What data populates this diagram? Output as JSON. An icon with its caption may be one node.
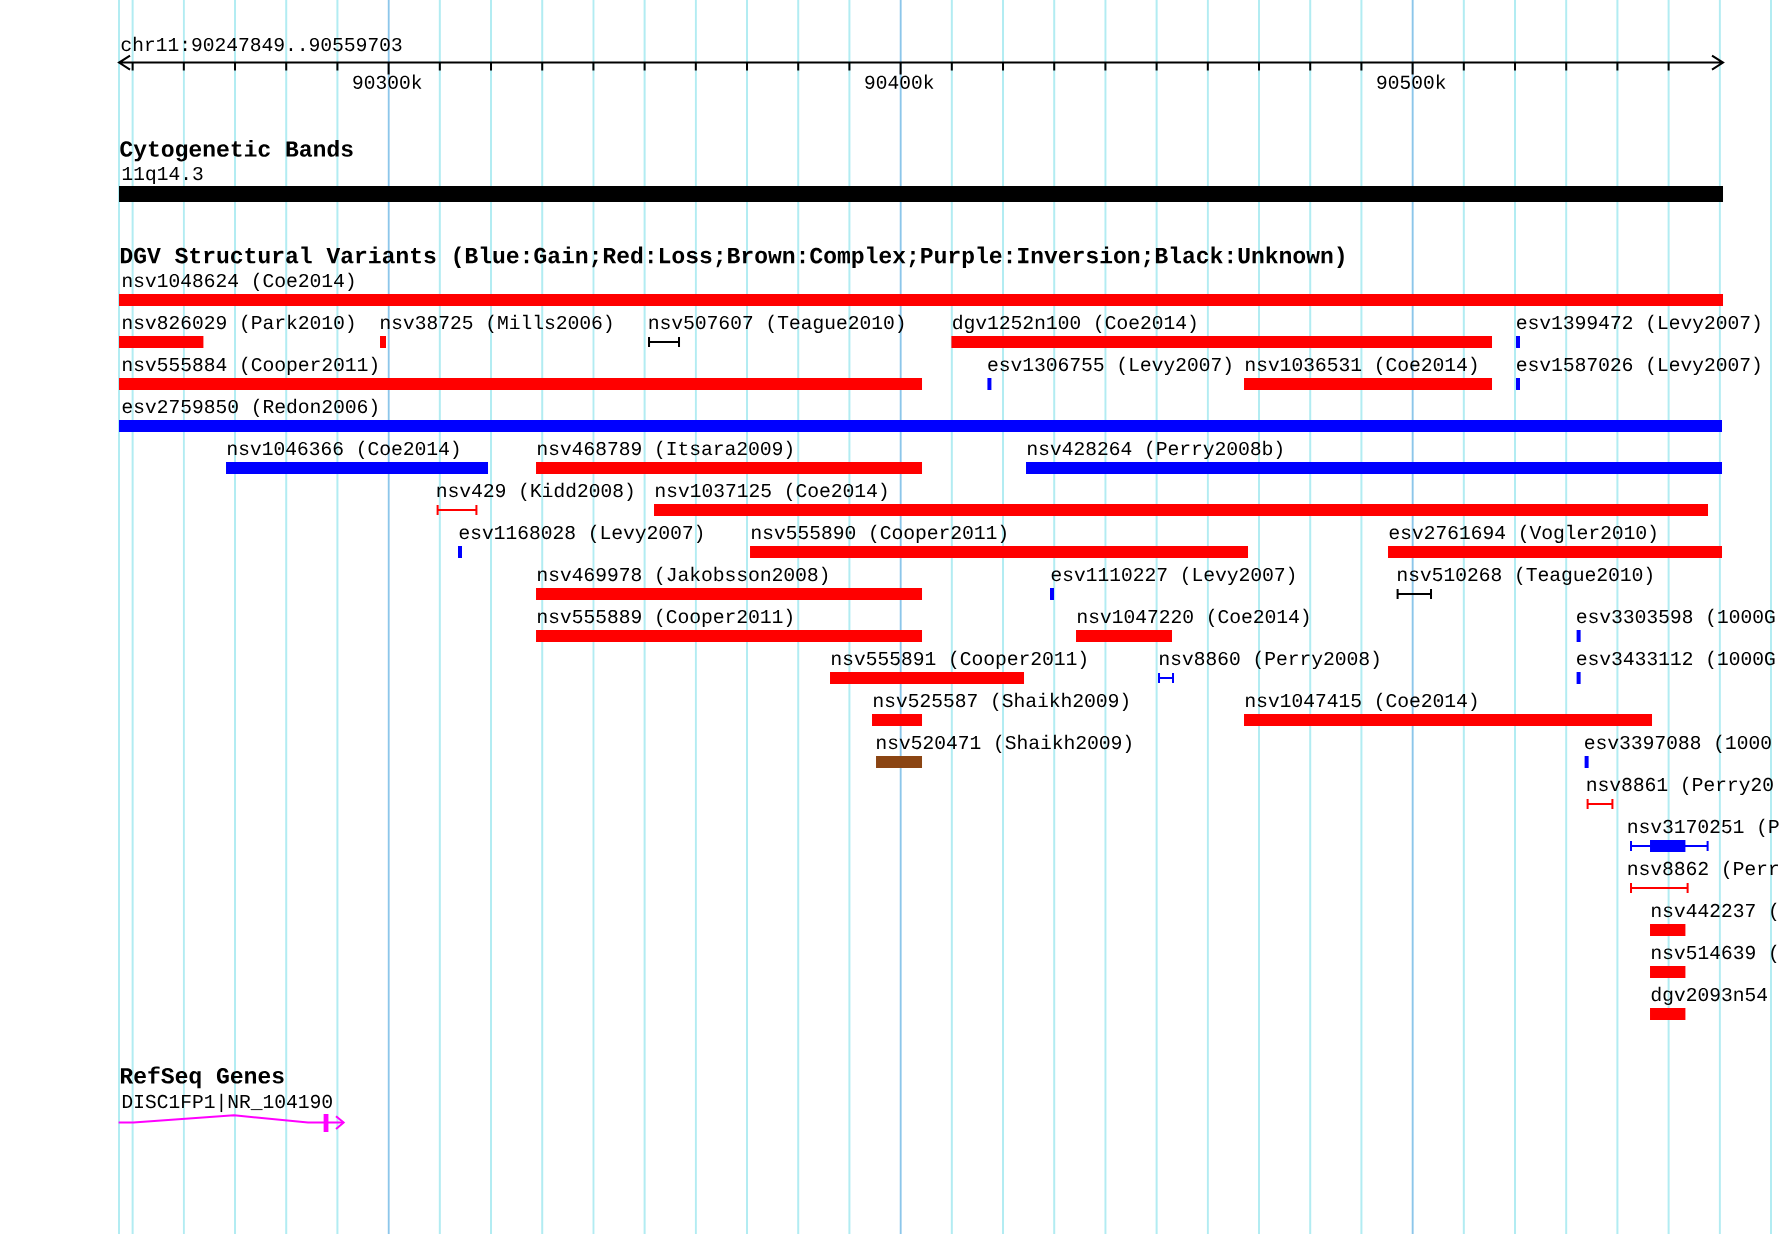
{
  "diagram": {
    "nodes": [
      {
        "text": [
          "11q14.3"
        ]
      },
      {
        "text": [
          "nsv1048624 (Coe2014)"
        ]
      },
      {
        "text": [
          "nsv826029 (Park2010)"
        ]
      },
      {
        "text": [
          "nsv38725 (Mills2006)"
        ]
      },
      {
        "text": [
          "nsv507607 (Teague2010)"
        ]
      },
      {
        "text": [
          "dgv1252n100 (Coe2014)"
        ]
      },
      {
        "text": [
          "esv1399472 (Levy2007)"
        ]
      },
      {
        "text": [
          "nsv555884 (Cooper2011)"
        ]
      },
      {
        "text": [
          "esv1306755 (Levy2007)"
        ]
      },
      {
        "text": [
          "nsv1036531 (Coe2014)"
        ]
      },
      {
        "text": [
          "esv1587026 (Levy2007)"
        ]
      },
      {
        "text": [
          "esv2759850 (Redon2006)"
        ]
      },
      {
        "text": [
          "nsv1046366 (Coe2014)"
        ]
      },
      {
        "text": [
          "nsv468789 (Itsara2009)"
        ]
      },
      {
        "text": [
          "nsv428264 (Perry2008b)"
        ]
      },
      {
        "text": [
          "nsv429 (Kidd2008)"
        ]
      },
      {
        "text": [
          "nsv1037125 (Coe2014)"
        ]
      },
      {
        "text": [
          "esv1168028 (Levy2007)"
        ]
      },
      {
        "text": [
          "nsv555890 (Cooper2011)"
        ]
      },
      {
        "text": [
          "esv2761694 (Vogler2010)"
        ]
      },
      {
        "text": [
          "nsv469978 (Jakobsson2008)"
        ]
      },
      {
        "text": [
          "esv1110227 (Levy2007)"
        ]
      },
      {
        "text": [
          "nsv510268 (Teague2010)"
        ]
      },
      {
        "text": [
          "nsv555889 (Cooper2011)"
        ]
      },
      {
        "text": [
          "nsv1047220 (Coe2014)"
        ]
      },
      {
        "text": [
          "esv3303598 (1000G"
        ]
      },
      {
        "text": [
          "nsv555891 (Cooper2011)"
        ]
      },
      {
        "text": [
          "nsv8860 (Perry2008)"
        ]
      },
      {
        "text": [
          "esv3433112 (1000G"
        ]
      },
      {
        "text": [
          "nsv525587 (Shaikh2009)"
        ]
      },
      {
        "text": [
          "nsv1047415 (Coe2014)"
        ]
      },
      {
        "text": [
          "nsv520471 (Shaikh2009)"
        ]
      },
      {
        "text": [
          "esv3397088 (1000"
        ]
      },
      {
        "text": [
          "nsv8861 (Perry20"
        ]
      },
      {
        "text": [
          "nsv3170251 (P"
        ]
      },
      {
        "text": [
          "nsv8862 (Perr"
        ]
      },
      {
        "text": [
          "nsv442237 ("
        ]
      },
      {
        "text": [
          "nsv514639 ("
        ]
      },
      {
        "text": [
          "dgv2093n54"
        ]
      },
      {
        "text": [
          "DISC1FP1|NR_104190"
        ]
      }
    ],
    "labels": [
      "chr11:90247849..90559703",
      "90300k",
      "90400k",
      "90500k",
      "Cytogenetic Bands",
      "DGV Structural Variants (Blue:Gain;Red:Loss;Brown:Complex;Purple:Inversion;Black:Unknown)",
      "RefSeq Genes"
    ]
  }
}
